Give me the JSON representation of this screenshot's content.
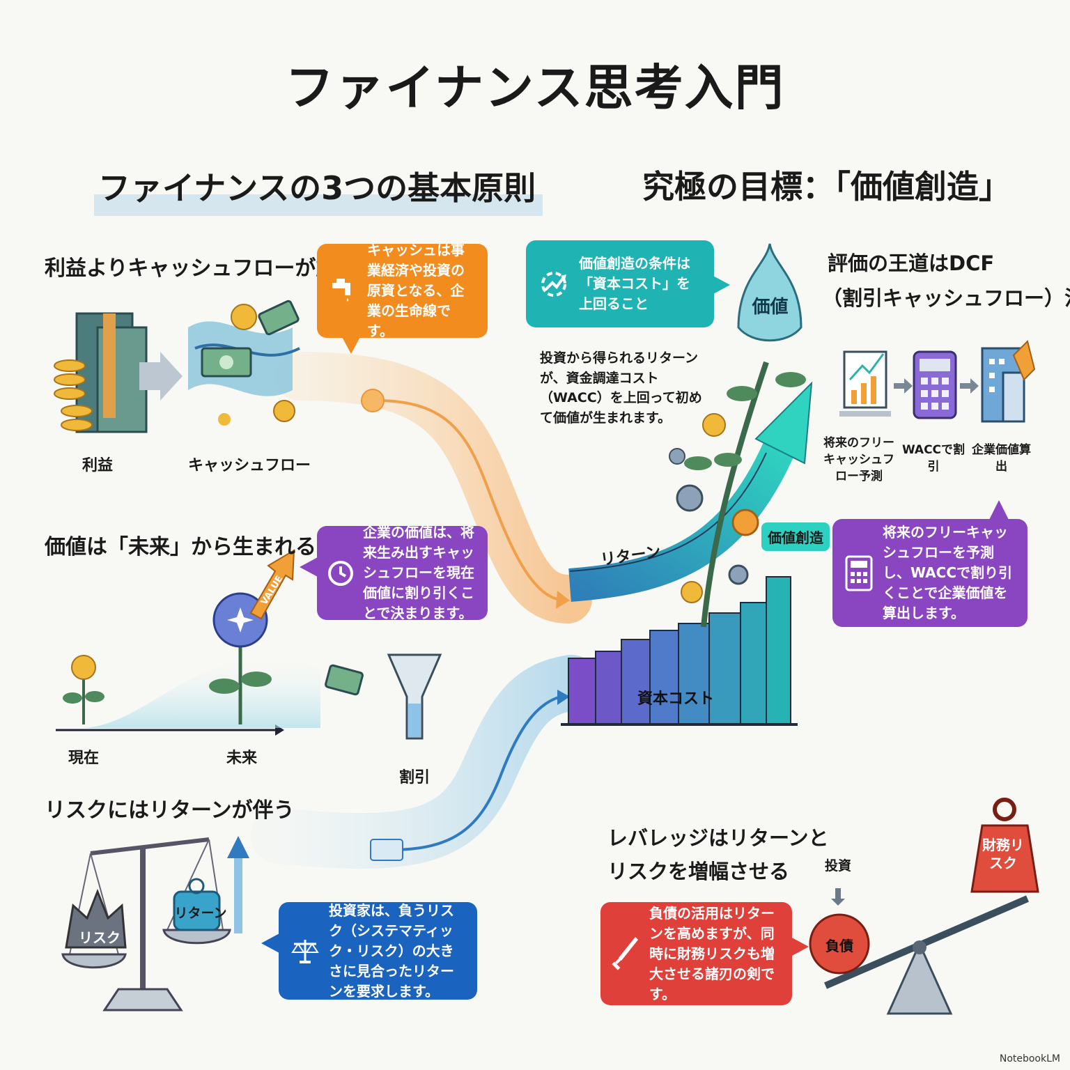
{
  "title": "ファイナンス思考入門",
  "left_section": {
    "title": "ファイナンスの3つの基本原則",
    "principle1": {
      "title": "利益よりキャッシュフローが重要",
      "label_profit": "利益",
      "label_cashflow": "キャッシュフロー",
      "callout": "キャッシュは事業経済や投資の原資となる、企業の生命線です。",
      "callout_color": "#f28c1e"
    },
    "principle2": {
      "title": "価値は「未来」から生まれる",
      "label_now": "現在",
      "label_future": "未来",
      "label_discount": "割引",
      "arrow_text": "VALUE",
      "callout": "企業の価値は、将来生み出すキャッシュフローを現在価値に割り引くことで決まります。",
      "callout_color": "#8a45c0"
    },
    "principle3": {
      "title": "リスクにはリターンが伴う",
      "label_risk": "リスク",
      "label_return": "リターン",
      "callout": "投資家は、負うリスク（システマティック・リスク）の大きさに見合ったリターンを要求します。",
      "callout_color": "#1a64c0"
    }
  },
  "right_section": {
    "title": "究極の目標：「価値創造」",
    "condition_callout": "価値創造の条件は「資本コスト」を上回ること",
    "condition_color": "#1fb3b3",
    "explanation": "投資から得られるリターンが、資金調達コスト（WACC）を上回って初めて価値が生まれます。",
    "label_value": "価値",
    "label_return": "リターン",
    "label_value_creation": "価値創造",
    "label_capital_cost": "資本コスト",
    "dcf": {
      "title_line1": "評価の王道はDCF",
      "title_line2": "（割引キャッシュフロー）法",
      "steps": [
        "将来のフリーキャッシュフロー予測",
        "WACCで割引",
        "企業価値算出"
      ],
      "callout": "将来のフリーキャッシュフローを予測し、WACCで割り引くことで企業価値を算出します。",
      "callout_color": "#8a45c0"
    },
    "leverage": {
      "title_line1": "レバレッジはリターンと",
      "title_line2": "リスクを増幅させる",
      "label_investment": "投資",
      "label_debt": "負債",
      "label_fin_risk": "財務リスク",
      "callout": "負債の活用はリターンを高めますが、同時に財務リスクも増大させる諸刃の剣です。",
      "callout_color": "#e0403a"
    }
  },
  "watermark": "NotebookLM"
}
